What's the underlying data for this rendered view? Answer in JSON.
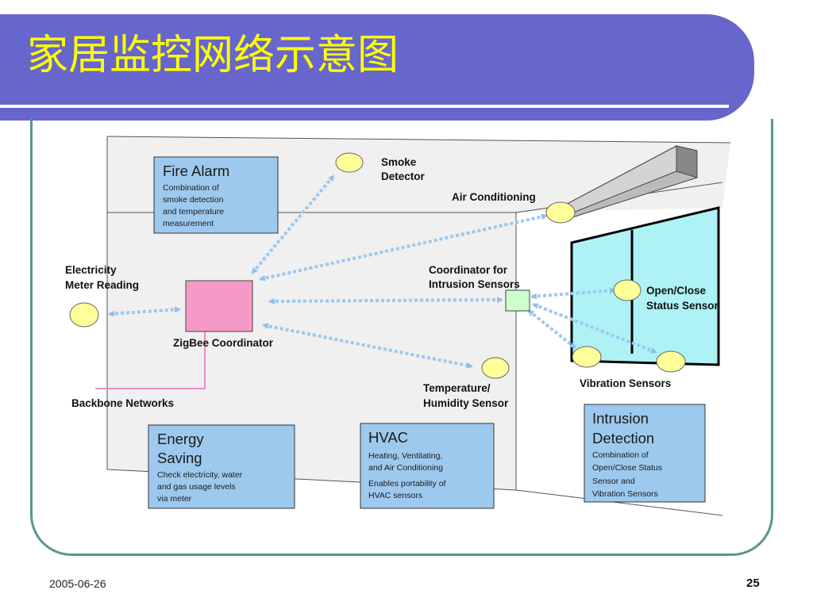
{
  "title": "家居监控网络示意图",
  "footer": {
    "date": "2005-06-26",
    "page": "25"
  },
  "diagram": {
    "zigbee_coordinator": "ZigBee Coordinator",
    "backbone": "Backbone Networks",
    "electricity": [
      "Electricity",
      "Meter Reading"
    ],
    "smoke": [
      "Smoke",
      "Detector"
    ],
    "air_conditioning": "Air Conditioning",
    "coordinator_intrusion": [
      "Coordinator for",
      "Intrusion Sensors"
    ],
    "open_close": [
      "Open/Close",
      "Status Sensor"
    ],
    "vibration": "Vibration Sensors",
    "temperature": [
      "Temperature/",
      "Humidity Sensor"
    ],
    "boxes": {
      "fire_alarm": {
        "title": "Fire Alarm",
        "lines": [
          "Combination of",
          "smoke detection",
          "and temperature",
          "measurement"
        ]
      },
      "energy_saving": {
        "title": [
          "Energy",
          "Saving"
        ],
        "lines": [
          "Check electricity, water",
          "and gas usage levels",
          "via meter"
        ]
      },
      "hvac": {
        "title": "HVAC",
        "lines": [
          "Heating, Ventilating,",
          "and Air Conditioning",
          "Enables portability of",
          "HVAC sensors"
        ]
      },
      "intrusion": {
        "title": [
          "Intrusion",
          "Detection"
        ],
        "lines": [
          "Combination of",
          "Open/Close Status",
          "Sensor and",
          "Vibration Sensors"
        ]
      }
    }
  },
  "colors": {
    "banner": "#6666cc",
    "title": "#ffff00",
    "frame": "#5a9690",
    "box_fill": "#9ec9ee",
    "arrow": "#9cc8f0",
    "sensor": "#ffff99",
    "coordinator": "#f59ac8"
  }
}
